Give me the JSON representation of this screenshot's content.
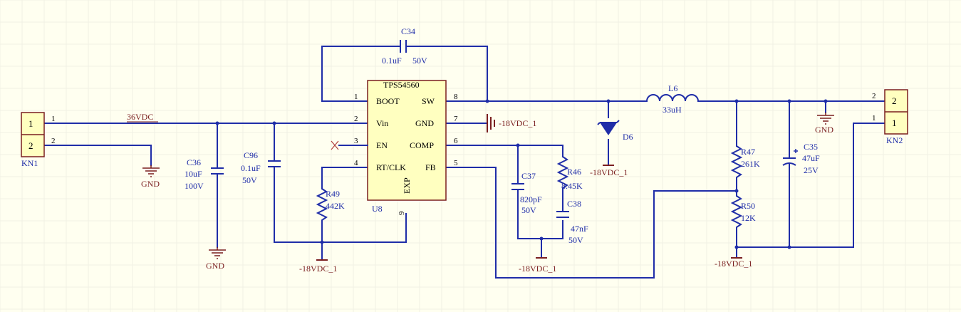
{
  "connectors": {
    "kn1": {
      "ref": "KN1",
      "pin1": "1",
      "pin2": "2"
    },
    "kn2": {
      "ref": "KN2",
      "pin1": "1",
      "pin2": "2"
    }
  },
  "ic": {
    "part": "TPS54560",
    "ref": "U8",
    "pins": {
      "boot": "BOOT",
      "vin": "Vin",
      "en": "EN",
      "rtclk": "RT/CLK",
      "sw": "SW",
      "gnd": "GND",
      "comp": "COMP",
      "fb": "FB",
      "exp": "EXP"
    },
    "pin_numbers": {
      "p1": "1",
      "p2": "2",
      "p3": "3",
      "p4": "4",
      "p5": "5",
      "p6": "6",
      "p7": "7",
      "p8": "8",
      "p9": "9"
    }
  },
  "nets": {
    "input": "36VDC",
    "gnd": "GND",
    "neg": "-18VDC_1"
  },
  "parts": {
    "c34": {
      "ref": "C34",
      "value": "0.1uF",
      "rating": "50V"
    },
    "c36": {
      "ref": "C36",
      "value": "10uF",
      "rating": "100V"
    },
    "c96": {
      "ref": "C96",
      "value": "0.1uF",
      "rating": "50V"
    },
    "r49": {
      "ref": "R49",
      "value": "442K"
    },
    "c37": {
      "ref": "C37",
      "value": "820pF",
      "rating": "50V"
    },
    "r46": {
      "ref": "R46",
      "value": "8.45K"
    },
    "c38": {
      "ref": "C38",
      "value": "47nF",
      "rating": "50V"
    },
    "d6": {
      "ref": "D6"
    },
    "l6": {
      "ref": "L6",
      "value": "33uH"
    },
    "r47": {
      "ref": "R47",
      "value": "261K"
    },
    "r50": {
      "ref": "R50",
      "value": "12K"
    },
    "c35": {
      "ref": "C35",
      "value": "47uF",
      "rating": "25V"
    }
  },
  "colors": {
    "wire": "#1F2DA8",
    "body": "#7A1F1F",
    "ic_fill": "#FFFFC0",
    "background": "#FFFFF0"
  }
}
